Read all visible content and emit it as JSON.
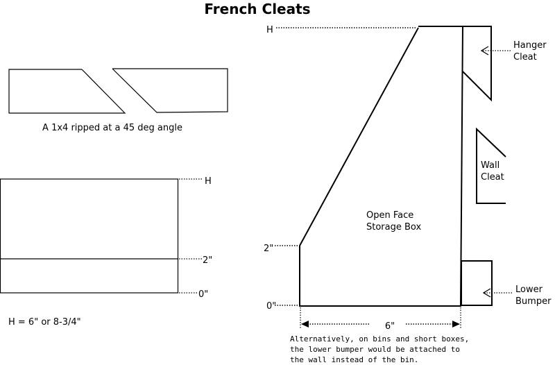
{
  "title": "French Cleats",
  "ripped_caption": "A 1x4 ripped at a 45 deg angle",
  "front_view": {
    "label_h": "H",
    "label_2in": "2\"",
    "label_0in": "0\"",
    "formula": "H = 6\" or 8-3/4\""
  },
  "side_view": {
    "label_h": "H",
    "label_2in": "2\"",
    "label_0in": "0\"",
    "box_label_line1": "Open Face",
    "box_label_line2": "Storage Box",
    "width_label": "6\"",
    "hanger_line1": "Hanger",
    "hanger_line2": "Cleat",
    "wall_line1": "Wall",
    "wall_line2": "Cleat",
    "bumper_line1": "Lower",
    "bumper_line2": "Bumper"
  },
  "note": [
    "Alternatively, on bins and short boxes,",
    "the lower bumper would be attached to",
    "the wall instead of the bin."
  ]
}
